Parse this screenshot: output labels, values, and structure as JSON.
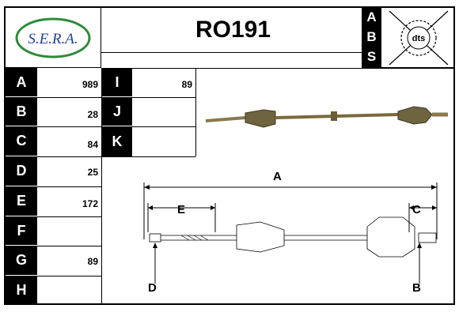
{
  "header": {
    "brand": "S.E.R.A.",
    "part_number": "RO191",
    "stamp_letters": [
      "A",
      "B",
      "S"
    ],
    "stamp_text": "dts"
  },
  "dimensions": {
    "left": [
      {
        "letter": "A",
        "value": "989"
      },
      {
        "letter": "B",
        "value": "28"
      },
      {
        "letter": "C",
        "value": "84"
      },
      {
        "letter": "D",
        "value": "25"
      },
      {
        "letter": "E",
        "value": "172"
      },
      {
        "letter": "F",
        "value": ""
      },
      {
        "letter": "G",
        "value": "89"
      },
      {
        "letter": "H",
        "value": ""
      }
    ],
    "right": [
      {
        "letter": "I",
        "value": "89"
      },
      {
        "letter": "J",
        "value": ""
      },
      {
        "letter": "K",
        "value": ""
      }
    ]
  },
  "diagram": {
    "labels": {
      "A": "A",
      "B": "B",
      "C": "C",
      "D": "D",
      "E": "E"
    }
  },
  "colors": {
    "brand_green": "#2e8b3a",
    "brand_blue": "#1f3fa0",
    "shaft_color": "#7a6a3c"
  }
}
